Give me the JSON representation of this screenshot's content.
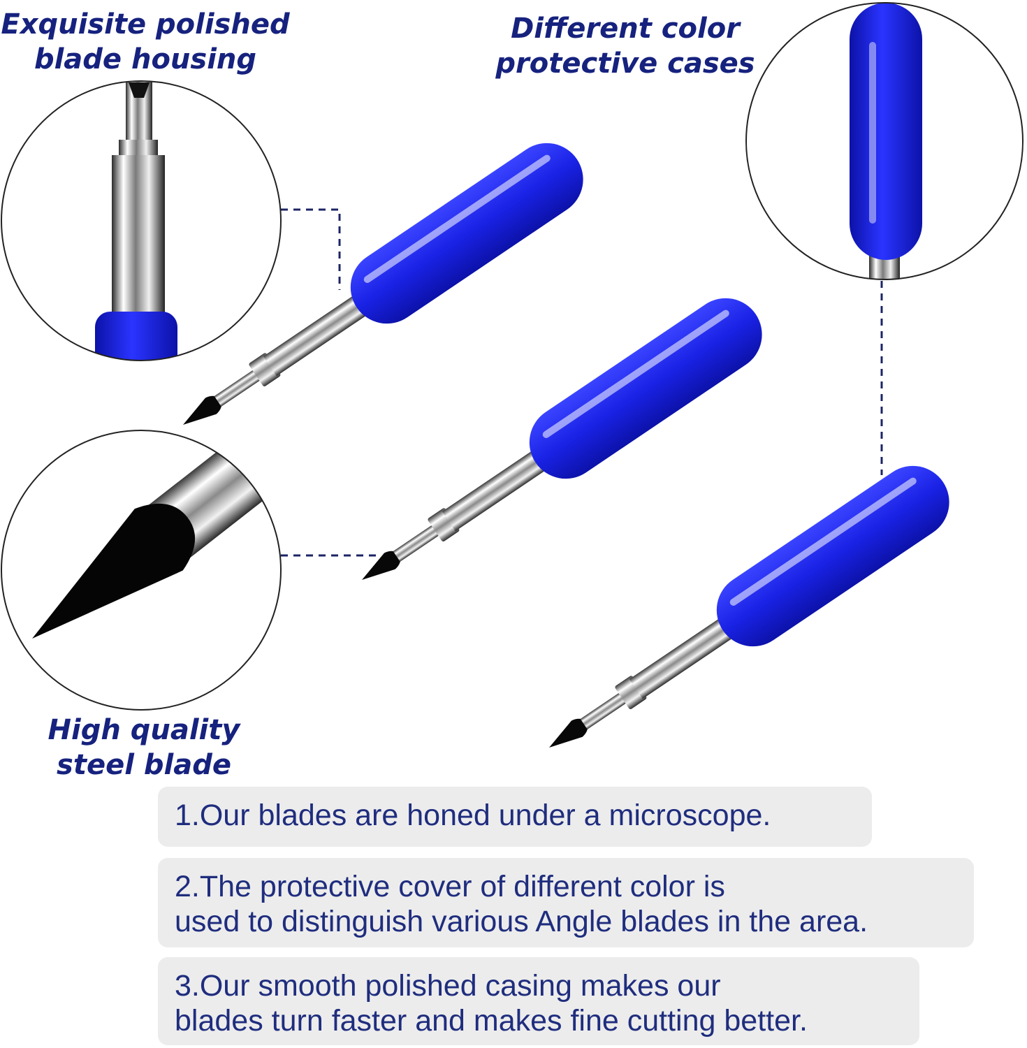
{
  "callouts": {
    "housing": {
      "line1": "Exquisite polished",
      "line2": "blade housing"
    },
    "cases": {
      "line1": "Different color",
      "line2": "protective cases"
    },
    "blade": {
      "line1": "High quality",
      "line2": "steel blade"
    }
  },
  "features": [
    {
      "line1": "1.Our blades are honed under a microscope.",
      "line2": ""
    },
    {
      "line1": "2.The protective cover of different color is",
      "line2": "used to distinguish various Angle blades in the area."
    },
    {
      "line1": "3.Our smooth polished casing makes our",
      "line2": "blades turn faster and makes fine cutting better."
    }
  ],
  "colors": {
    "text": "#16227e",
    "cap": "#1a24e8",
    "note_bg": "#ececec"
  },
  "icons": [
    "blade-icon",
    "magnifier-circle-icon"
  ]
}
